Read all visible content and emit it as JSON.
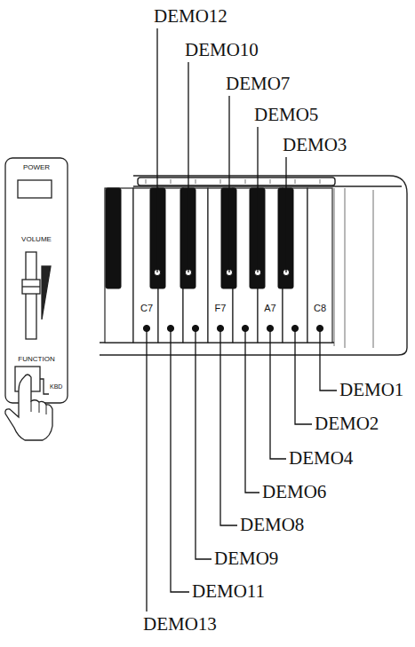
{
  "diagram": {
    "labels": [
      "POWER",
      "VOLUME",
      "FUNCTION",
      "KBD",
      "C7",
      "F7",
      "A7",
      "C8",
      "DEMO12",
      "DEMO10",
      "DEMO7",
      "DEMO5",
      "DEMO3",
      "DEMO1",
      "DEMO2",
      "DEMO4",
      "DEMO6",
      "DEMO8",
      "DEMO9",
      "DEMO11",
      "DEMO13"
    ]
  }
}
